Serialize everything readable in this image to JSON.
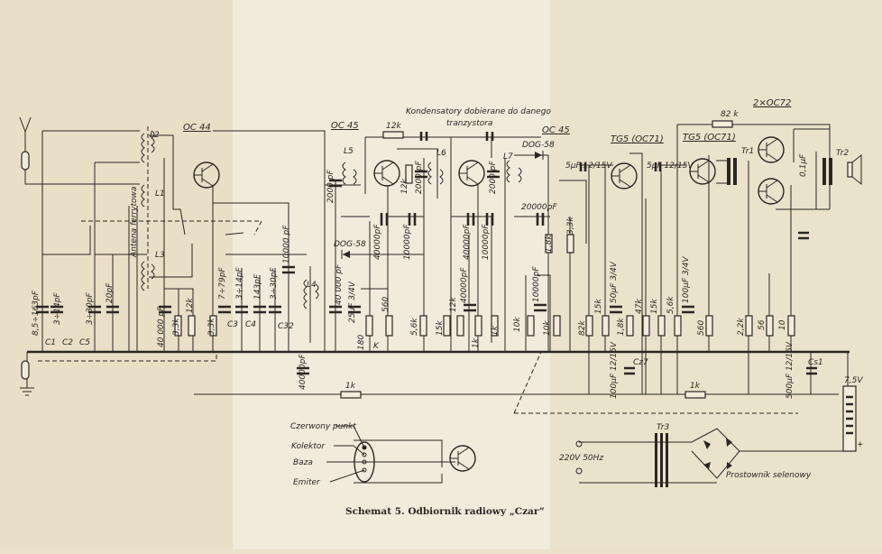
{
  "caption": "Schemat 5. Odbiornik radiowy „Czar”",
  "transistors": [
    "OC 44",
    "OC 45",
    "OC 45",
    "TG5 (OC71)",
    "TG5 (OC71)",
    "2×OC72"
  ],
  "note": [
    "Kondensatory dobierane do danego",
    "tranzystora"
  ],
  "labels": [
    "L2",
    "L1",
    "L3",
    "L4",
    "L5",
    "L6",
    "L7",
    "Antena ferrytowa",
    "8,5÷163pF",
    "3÷14pF",
    "3÷30pF",
    "20pF",
    "C1",
    "C2",
    "C5",
    "40 000 pF",
    "3,3k",
    "12k",
    "3,3k",
    "7÷79pF",
    "3÷14pF",
    "143pF",
    "3÷30pF",
    "10000 pF",
    "C3",
    "C4",
    "C32",
    "12k",
    "2000 pF",
    "12k",
    "2000 pF",
    "2000 pF",
    "DOG-58",
    "DOG-58",
    "40000pF",
    "10000pF",
    "40000pF",
    "10000pF",
    "20000pF",
    "1,8k",
    "3,3k",
    "40 000 pF",
    "25µF 3/4V",
    "180",
    "K",
    "560",
    "5,6k",
    "15k",
    "12k",
    "40000pF",
    "1k",
    "1k",
    "10k",
    "10000pF",
    "10k",
    "82k",
    "15k",
    "1,8k",
    "47k",
    "15k",
    "5,6k",
    "560",
    "2,2k",
    "56",
    "10",
    "5µF 12/15V",
    "5µF 12/15V",
    "50µF 3/4V",
    "100µF 3/4V",
    "82 k",
    "Tr1",
    "Tr2",
    "0,1µF",
    "100µF 12/15V",
    "Cz7",
    "500µF 12/15V",
    "Cs1",
    "40000pF",
    "1k",
    "1k",
    "7,5V",
    "Tr3",
    "220V 50Hz",
    "Prostownik selenowy",
    "+",
    "Czerwony punkt",
    "Kolektor",
    "Baza",
    "Emiter"
  ],
  "colors": {
    "paper": "#ebe1cb",
    "ink": "#2a2622"
  }
}
